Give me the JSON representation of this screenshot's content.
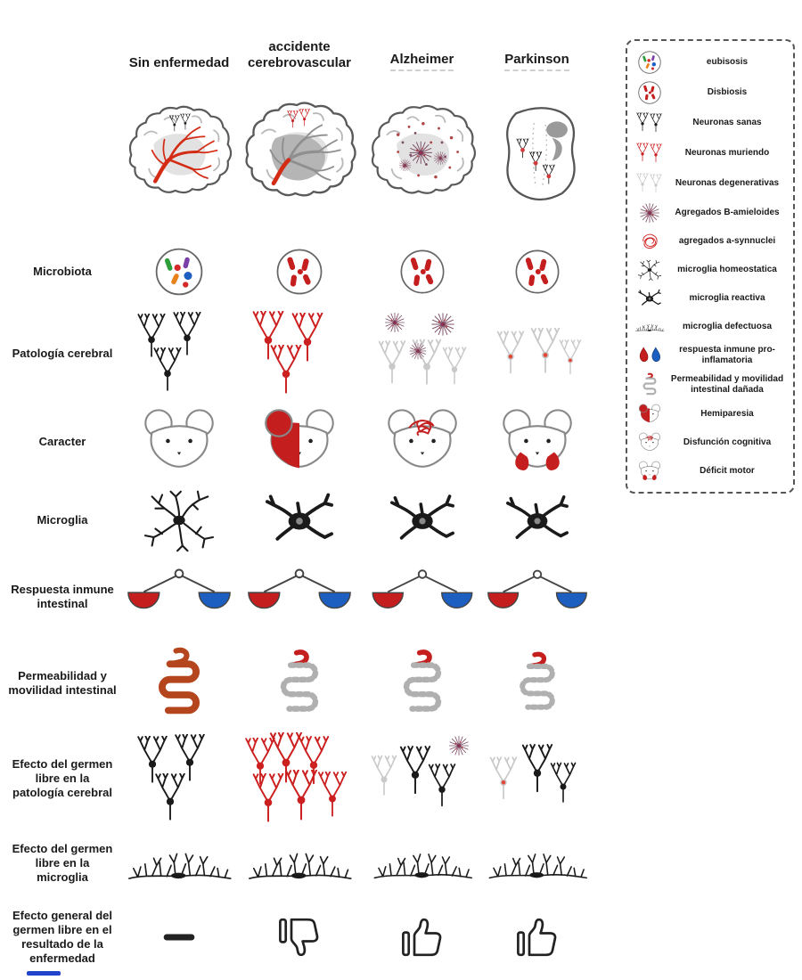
{
  "figure": {
    "columns": [
      {
        "label": "Sin enfermedad"
      },
      {
        "label": "accidente cerebrovascular"
      },
      {
        "label": "Alzheimer"
      },
      {
        "label": "Parkinson"
      }
    ],
    "brain_row_icons": [
      "healthy-brain-with-arteries",
      "stroke-brain-gray-territory",
      "alzheimer-brain-with-plaques",
      "parkinson-midbrain-with-lewy-bodies"
    ],
    "rows": [
      {
        "label": "Microbiota",
        "cells": [
          "eubiosis",
          "dysbiosis",
          "dysbiosis",
          "dysbiosis"
        ]
      },
      {
        "label": "Patología cerebral",
        "cells": [
          "healthy-neurons",
          "dying-neurons",
          "degenerative-neurons-with-amyloid-aggregates",
          "degenerative-neurons-with-synuclein-aggregates"
        ]
      },
      {
        "label": "Caracter",
        "cells": [
          "normal-mouse",
          "hemiparesis-mouse",
          "cognitive-dysfunction-mouse",
          "motor-deficit-mouse"
        ]
      },
      {
        "label": "Microglia",
        "cells": [
          "homeostatic-microglia",
          "reactive-microglia",
          "reactive-microglia",
          "reactive-microglia"
        ]
      },
      {
        "label": "Respuesta inmune intestinal",
        "cells": [
          "immune-balance",
          "immune-balance",
          "immune-balance",
          "immune-balance"
        ]
      },
      {
        "label": "Permeabilidad y movilidad intestinal",
        "cells": [
          "healthy-intestine",
          "damaged-intestine",
          "damaged-intestine",
          "damaged-intestine"
        ]
      },
      {
        "label": "Efecto del germen libre en la patología cerebral",
        "cells": [
          "healthy-neurons",
          "many-dying-neurons",
          "mixed-neurons-with-amyloid",
          "mixed-neurons-with-synuclein"
        ]
      },
      {
        "label": "Efecto del germen libre en la microglia",
        "cells": [
          "defective-microglia",
          "defective-microglia",
          "defective-microglia",
          "defective-microglia"
        ]
      },
      {
        "label": "Efecto general del germen libre en el resultado de la enfermedad",
        "cells": [
          "neutral-dash",
          "thumb-down",
          "thumb-up",
          "thumb-up"
        ]
      }
    ]
  },
  "legend": {
    "items": [
      {
        "label": "eubisosis",
        "icon": "eubiosis-icon"
      },
      {
        "label": "Disbiosis",
        "icon": "dysbiosis-icon"
      },
      {
        "label": "Neuronas sanas",
        "icon": "healthy-neurons-icon"
      },
      {
        "label": "Neuronas muriendo",
        "icon": "dying-neurons-icon"
      },
      {
        "label": "Neuronas degenerativas",
        "icon": "degenerative-neurons-icon"
      },
      {
        "label": "Agregados B-amieloides",
        "icon": "amyloid-aggregates-icon"
      },
      {
        "label": "agregados a-synnuclei",
        "icon": "synuclein-aggregates-icon"
      },
      {
        "label": "microglia homeostatica",
        "icon": "homeostatic-microglia-icon"
      },
      {
        "label": "microglia reactiva",
        "icon": "reactive-microglia-icon"
      },
      {
        "label": "microglia defectuosa",
        "icon": "defective-microglia-icon"
      },
      {
        "label": "respuesta inmune pro-inflamatoria",
        "icon": "proinflammatory-response-icon"
      },
      {
        "label": "Permeabilidad y movilidad intestinal dañada",
        "icon": "damaged-intestine-icon"
      },
      {
        "label": "Hemiparesia",
        "icon": "hemiparesis-mouse-icon"
      },
      {
        "label": "Disfunción cognitiva",
        "icon": "cognitive-dysfunction-mouse-icon"
      },
      {
        "label": "Déficit motor",
        "icon": "motor-deficit-mouse-icon"
      }
    ]
  },
  "colors": {
    "red": "#c41e1e",
    "blue": "#1d5fc0",
    "black": "#1a1a1a",
    "faded_neuron": "#c9c9c9",
    "gut_orange": "#b5451d",
    "amyloid_purple": "#7d4e66"
  }
}
